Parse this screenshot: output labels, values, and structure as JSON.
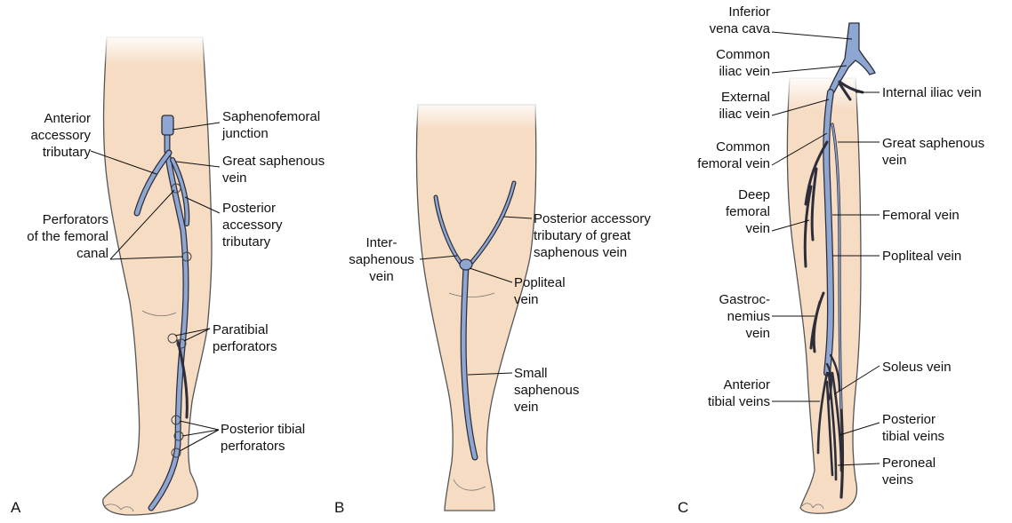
{
  "colors": {
    "skin": "#f6dcc3",
    "skin_shade": "#efc9a6",
    "outline": "#555555",
    "vein_fill": "#8ea6d2",
    "vein_dark": "#2e2e3a",
    "leader": "#111111"
  },
  "panels": {
    "a": {
      "letter": "A",
      "labels": {
        "anterior_accessory": "Anterior\naccessory\ntributary",
        "saphenofemoral": "Saphenofemoral\njunction",
        "great_saphenous": "Great saphenous\nvein",
        "posterior_accessory": "Posterior\naccessory\ntributary",
        "perforators_femoral": "Perforators\nof the femoral\ncanal",
        "paratibial": "Paratibial\nperforators",
        "posterior_tibial_perf": "Posterior tibial\nperforators"
      }
    },
    "b": {
      "letter": "B",
      "labels": {
        "intersaphenous": "Inter-\nsaphenous\nvein",
        "posterior_accessory_gsv": "Posterior accessory\ntributary of great\nsaphenous vein",
        "popliteal": "Popliteal\nvein",
        "small_saphenous": "Small\nsaphenous\nvein"
      }
    },
    "c": {
      "letter": "C",
      "labels": {
        "ivc": "Inferior\nvena cava",
        "common_iliac": "Common\niliac vein",
        "external_iliac": "External\niliac vein",
        "internal_iliac": "Internal iliac vein",
        "common_femoral": "Common\nfemoral vein",
        "great_saphenous": "Great saphenous\nvein",
        "deep_femoral": "Deep\nfemoral\nvein",
        "femoral": "Femoral vein",
        "popliteal": "Popliteal vein",
        "gastrocnemius": "Gastroc-\nnemius\nvein",
        "soleus": "Soleus vein",
        "anterior_tibial": "Anterior\ntibial veins",
        "posterior_tibial": "Posterior\ntibial veins",
        "peroneal": "Peroneal\nveins"
      }
    }
  }
}
